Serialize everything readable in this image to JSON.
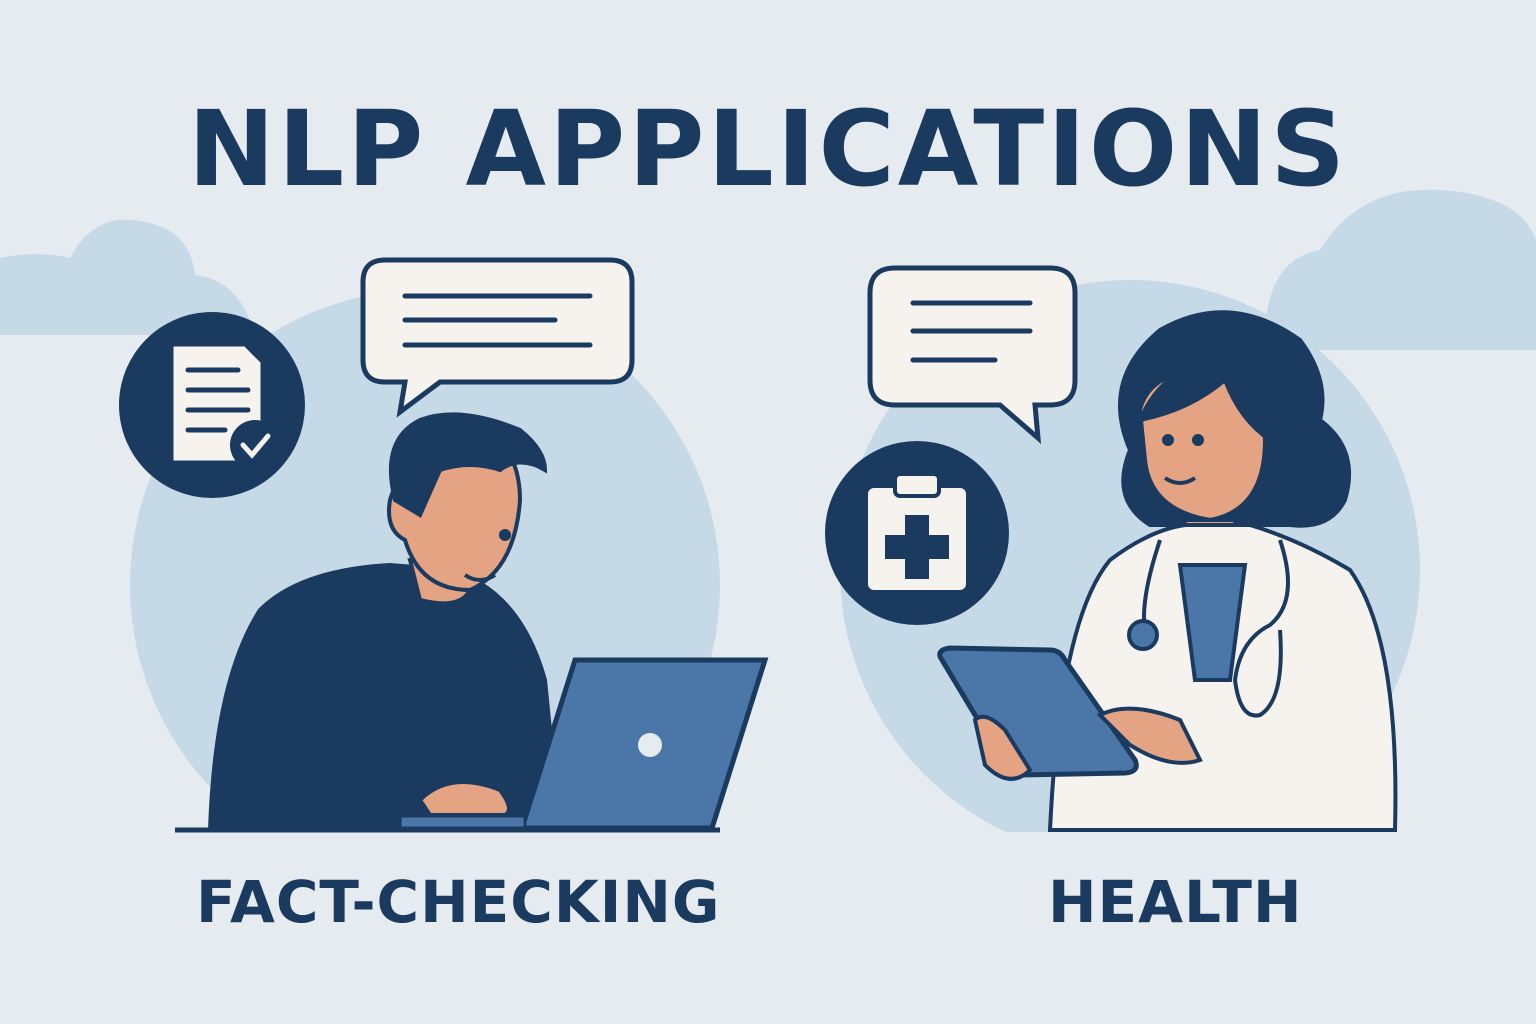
{
  "title": "NLP APPLICATIONS",
  "panels": [
    {
      "label": "FACT-CHECKING",
      "icon": "document-check-icon"
    },
    {
      "label": "HEALTH",
      "icon": "medical-clipboard-icon"
    }
  ],
  "colors": {
    "background": "#e5ebef",
    "navy": "#1b3a5f",
    "blue": "#4a76a8",
    "light_blue": "#c6d9e7",
    "skin": "#e4a382",
    "paper": "#f6f3ee"
  }
}
